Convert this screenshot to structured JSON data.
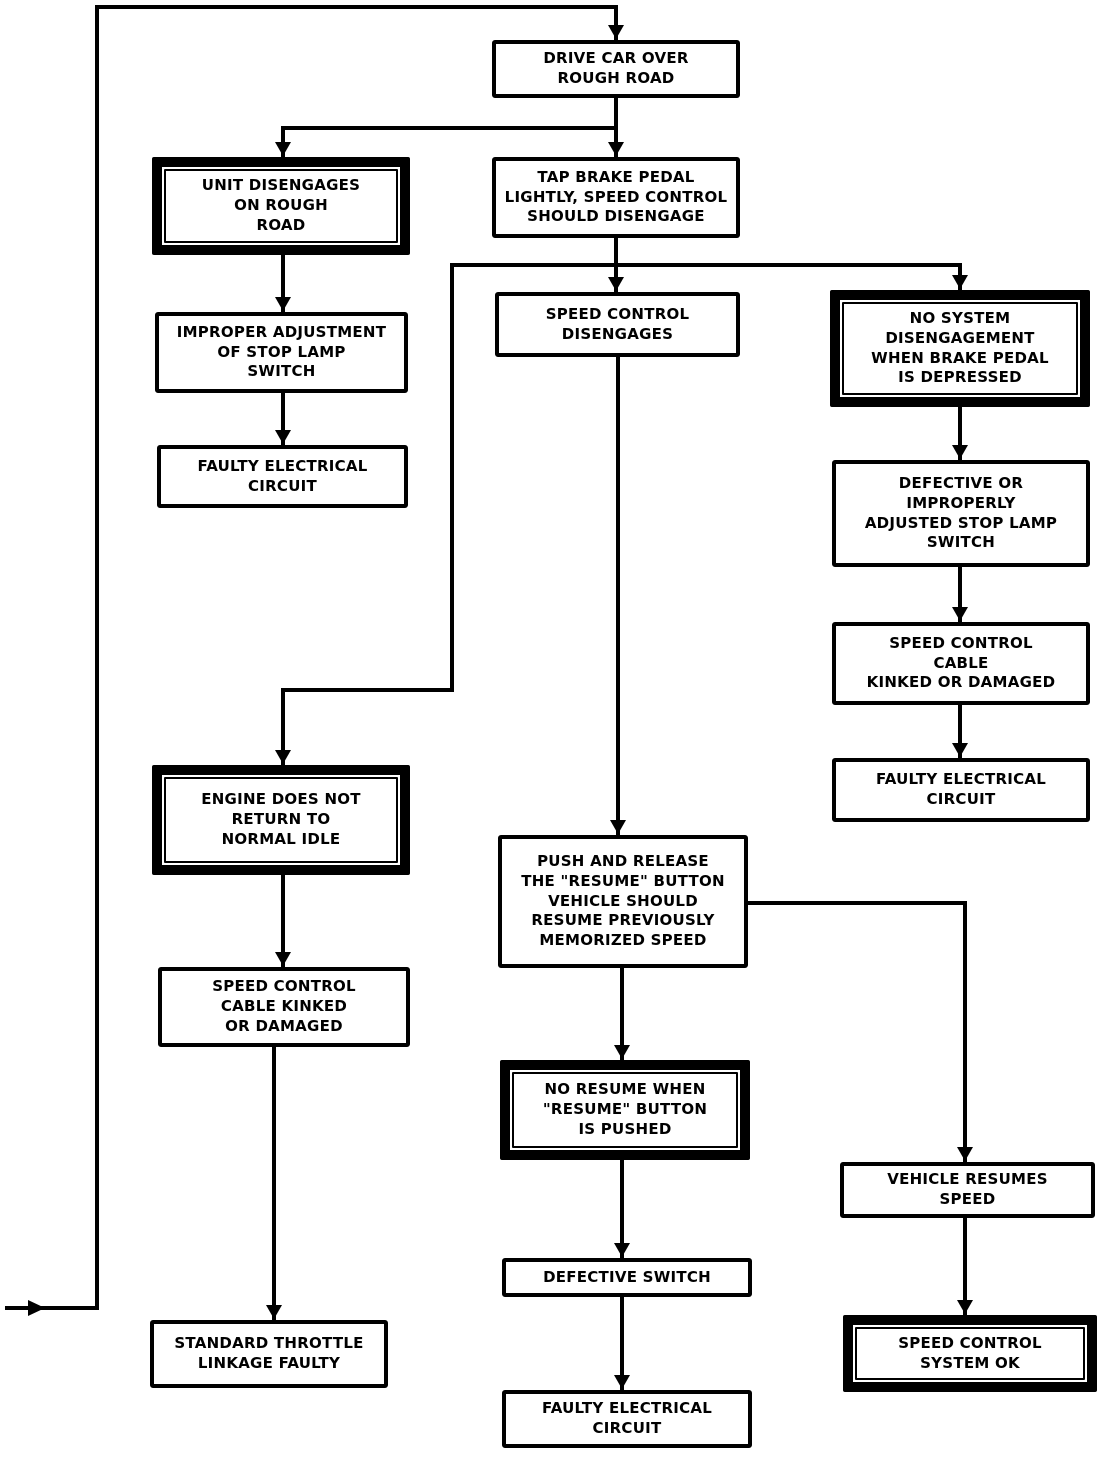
{
  "diagram": {
    "kind": "troubleshooting-flowchart",
    "ink_color": "#000000",
    "paper_color": "#ffffff",
    "nodes": {
      "drive_car": {
        "label": "DRIVE CAR OVER\nROUGH ROAD",
        "emphasis": "normal"
      },
      "unit_disengages": {
        "label": "UNIT DISENGAGES\nON ROUGH\nROAD",
        "emphasis": "bold"
      },
      "tap_brake": {
        "label": "TAP BRAKE PEDAL\nLIGHTLY, SPEED CONTROL\nSHOULD DISENGAGE",
        "emphasis": "normal"
      },
      "improper_adjustment": {
        "label": "IMPROPER ADJUSTMENT\nOF STOP LAMP\nSWITCH",
        "emphasis": "normal"
      },
      "faulty_circuit_left": {
        "label": "FAULTY ELECTRICAL\nCIRCUIT",
        "emphasis": "normal"
      },
      "speed_disengages": {
        "label": "SPEED CONTROL\nDISENGAGES",
        "emphasis": "normal"
      },
      "no_system": {
        "label": "NO SYSTEM\nDISENGAGEMENT\nWHEN BRAKE PEDAL\nIS DEPRESSED",
        "emphasis": "bold"
      },
      "defective_stop_lamp": {
        "label": "DEFECTIVE OR\nIMPROPERLY\nADJUSTED STOP LAMP\nSWITCH",
        "emphasis": "normal"
      },
      "cable_kinked_right": {
        "label": "SPEED CONTROL\nCABLE\nKINKED OR DAMAGED",
        "emphasis": "normal"
      },
      "faulty_circuit_right": {
        "label": "FAULTY ELECTRICAL\nCIRCUIT",
        "emphasis": "normal"
      },
      "engine_idle": {
        "label": "ENGINE DOES NOT\nRETURN TO\nNORMAL IDLE",
        "emphasis": "bold"
      },
      "push_resume": {
        "label": "PUSH AND RELEASE\nTHE \"RESUME\" BUTTON\nVEHICLE SHOULD\nRESUME PREVIOUSLY\nMEMORIZED SPEED",
        "emphasis": "normal"
      },
      "cable_kinked_left": {
        "label": "SPEED CONTROL\nCABLE KINKED\nOR DAMAGED",
        "emphasis": "normal"
      },
      "no_resume": {
        "label": "NO RESUME WHEN\n\"RESUME\" BUTTON\nIS PUSHED",
        "emphasis": "bold"
      },
      "vehicle_resumes": {
        "label": "VEHICLE RESUMES\nSPEED",
        "emphasis": "normal"
      },
      "defective_switch": {
        "label": "DEFECTIVE SWITCH",
        "emphasis": "normal"
      },
      "speed_ok": {
        "label": "SPEED CONTROL\nSYSTEM OK",
        "emphasis": "bold"
      },
      "standard_throttle": {
        "label": "STANDARD THROTTLE\nLINKAGE FAULTY",
        "emphasis": "normal"
      },
      "faulty_circuit_bottom": {
        "label": "FAULTY ELECTRICAL\nCIRCUIT",
        "emphasis": "normal"
      }
    },
    "edges": [
      {
        "from": "off_page_left_return",
        "to": "drive_car"
      },
      {
        "from": "drive_car",
        "to": "unit_disengages"
      },
      {
        "from": "drive_car",
        "to": "tap_brake"
      },
      {
        "from": "unit_disengages",
        "to": "improper_adjustment"
      },
      {
        "from": "improper_adjustment",
        "to": "faulty_circuit_left"
      },
      {
        "from": "tap_brake",
        "to": "speed_disengages"
      },
      {
        "from": "tap_brake",
        "to": "no_system"
      },
      {
        "from": "tap_brake",
        "to": "engine_idle"
      },
      {
        "from": "no_system",
        "to": "defective_stop_lamp"
      },
      {
        "from": "defective_stop_lamp",
        "to": "cable_kinked_right"
      },
      {
        "from": "cable_kinked_right",
        "to": "faulty_circuit_right"
      },
      {
        "from": "speed_disengages",
        "to": "push_resume"
      },
      {
        "from": "push_resume",
        "to": "no_resume"
      },
      {
        "from": "push_resume",
        "to": "vehicle_resumes"
      },
      {
        "from": "no_resume",
        "to": "defective_switch"
      },
      {
        "from": "defective_switch",
        "to": "faulty_circuit_bottom"
      },
      {
        "from": "vehicle_resumes",
        "to": "speed_ok"
      },
      {
        "from": "engine_idle",
        "to": "cable_kinked_left"
      },
      {
        "from": "cable_kinked_left",
        "to": "standard_throttle"
      }
    ]
  }
}
